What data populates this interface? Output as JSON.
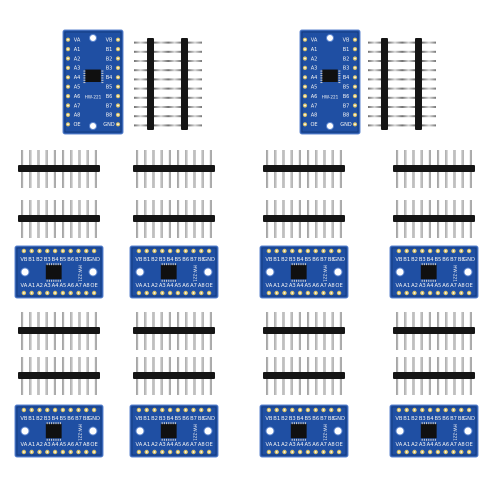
{
  "product": {
    "board_labels": {
      "top_row": [
        "VB",
        "B1",
        "B2",
        "B3",
        "B4",
        "B5",
        "B6",
        "B7",
        "B8",
        "GND"
      ],
      "bottom_row": [
        "VA",
        "A1",
        "A2",
        "A3",
        "A4",
        "A5",
        "A6",
        "A7",
        "A8",
        "OE"
      ],
      "model": "HW-221"
    },
    "colors": {
      "pcb": "#1f4fa3",
      "pcb_dark": "#163c80",
      "pcb_edge": "#5d86cf",
      "pin_header": "#151515",
      "pin_metal": "#a9a9a9",
      "chip": "#101010",
      "silk": "#f2f2f2",
      "pad": "#d9c36a"
    },
    "icons": [
      "circuit-board-icon",
      "pin-header-icon"
    ]
  }
}
